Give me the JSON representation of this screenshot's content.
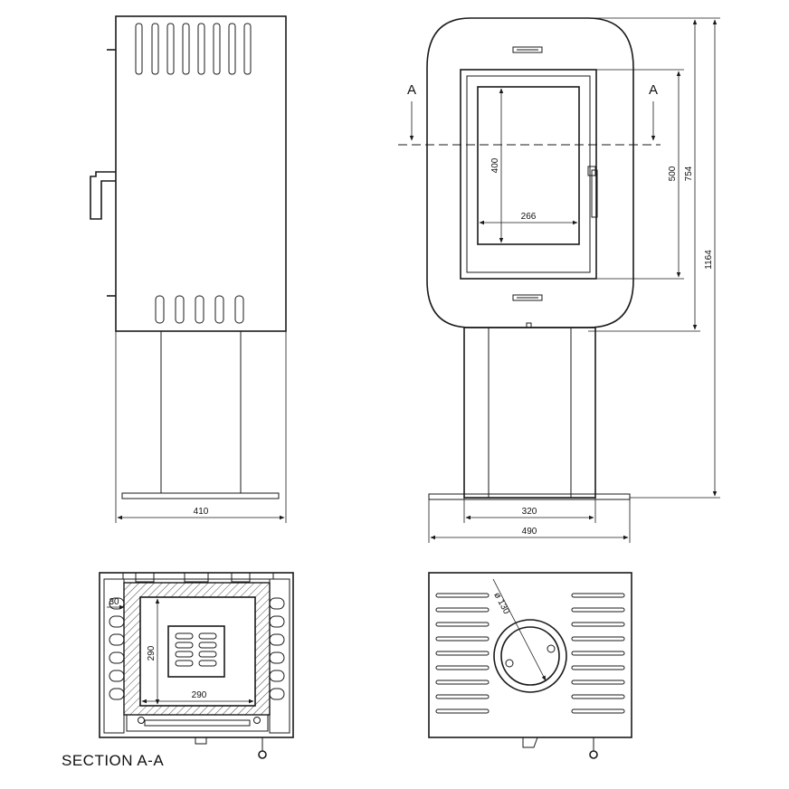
{
  "dimensions": {
    "side_width": "410",
    "leg_width": "320",
    "front_width": "490",
    "glass_height": "400",
    "glass_width": "266",
    "door_height": "500",
    "body_height": "754",
    "total_height": "1164",
    "section_wall": "30",
    "chamber_height": "290",
    "chamber_width": "290",
    "flue_diameter": "ø 130"
  },
  "section_marker": "A",
  "section_label": "SECTION A-A"
}
